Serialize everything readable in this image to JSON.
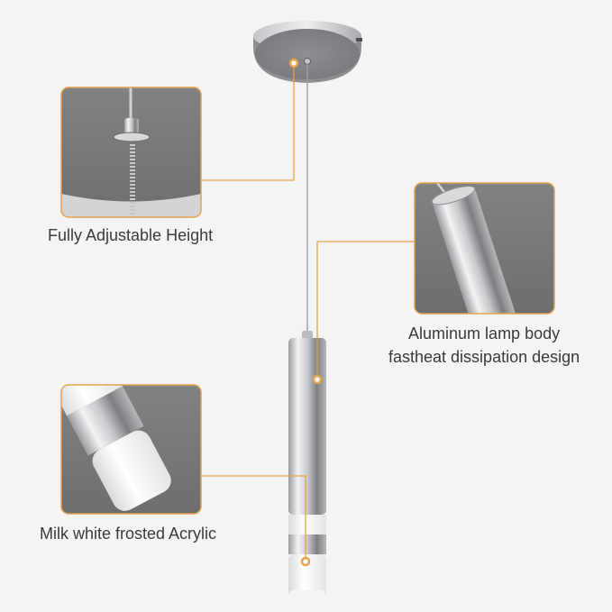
{
  "callouts": {
    "height": {
      "label": "Fully Adjustable Height"
    },
    "aluminum": {
      "line1": "Aluminum lamp body",
      "line2": "fastheat dissipation design"
    },
    "acrylic": {
      "label": "Milk white frosted Acrylic"
    }
  },
  "colors": {
    "background": "#f4f4f4",
    "accent": "#e8a24a",
    "chrome_light": "#e8e8ea",
    "chrome_dark": "#8a8c90",
    "inset_bg": "#7b7b7b",
    "text": "#3a3a3a"
  }
}
